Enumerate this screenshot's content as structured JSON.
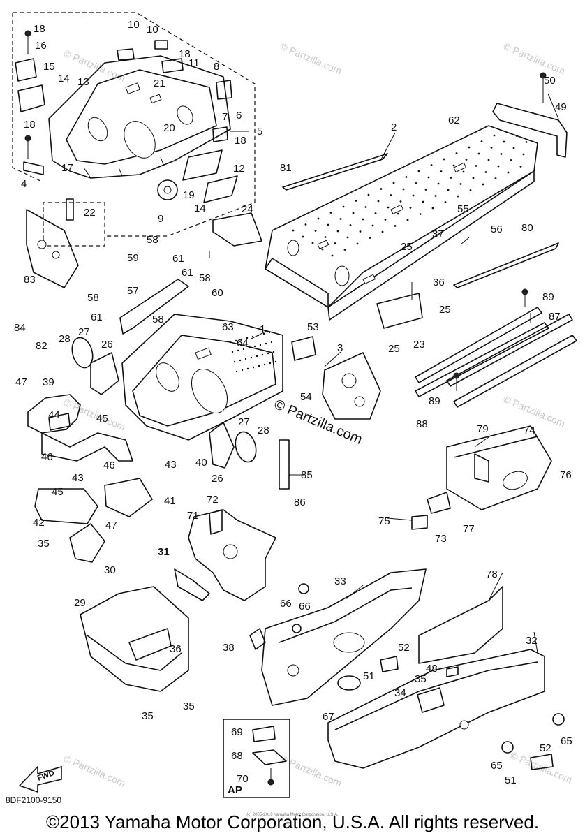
{
  "diagram": {
    "part_code": "8DF2100-9150",
    "copyright": "©2013 Yamaha Motor Corporation, U.S.A. All rights reserved.",
    "tiny_notice": "(c) 2005-2016 Yamaha Motor Corporation, U.S.A.",
    "watermark_main": "© Partzilla.com",
    "watermark_small": "© Partzilla.com",
    "fwd_label": "FWD",
    "ap_label": "AP"
  },
  "callouts": {
    "c1": "1",
    "c2": "2",
    "c3": "3",
    "c4": "4",
    "c5": "5",
    "c6": "6",
    "c7": "7",
    "c8": "8",
    "c9": "9",
    "c10a": "10",
    "c10b": "10",
    "c11": "11",
    "c12": "12",
    "c13": "13",
    "c14a": "14",
    "c14b": "14",
    "c15": "15",
    "c16": "16",
    "c17": "17",
    "c18a": "18",
    "c18b": "18",
    "c18c": "18",
    "c18d": "18",
    "c19": "19",
    "c20": "20",
    "c21": "21",
    "c22": "22",
    "c23": "23",
    "c24": "24",
    "c25a": "25",
    "c25b": "25",
    "c25c": "25",
    "c26a": "26",
    "c26b": "26",
    "c27a": "27",
    "c27b": "27",
    "c28a": "28",
    "c28b": "28",
    "c29": "29",
    "c30": "30",
    "c31": "31",
    "c32": "32",
    "c33": "33",
    "c34": "34",
    "c35a": "35",
    "c35b": "35",
    "c35c": "35",
    "c35d": "35",
    "c36a": "36",
    "c36b": "36",
    "c37": "37",
    "c38": "38",
    "c39": "39",
    "c40": "40",
    "c41": "41",
    "c42": "42",
    "c43a": "43",
    "c43b": "43",
    "c44": "44",
    "c45a": "45",
    "c45b": "45",
    "c46a": "46",
    "c46b": "46",
    "c47a": "47",
    "c47b": "47",
    "c48": "48",
    "c49": "49",
    "c50": "50",
    "c51a": "51",
    "c51b": "51",
    "c52a": "52",
    "c52b": "52",
    "c53": "53",
    "c54": "54",
    "c55": "55",
    "c56": "56",
    "c57": "57",
    "c58a": "58",
    "c58b": "58",
    "c58c": "58",
    "c58d": "58",
    "c59": "59",
    "c60": "60",
    "c61a": "61",
    "c61b": "61",
    "c61c": "61",
    "c62": "62",
    "c63": "63",
    "c64": "64",
    "c65a": "65",
    "c65b": "65",
    "c66a": "66",
    "c66b": "66",
    "c67": "67",
    "c68": "68",
    "c69": "69",
    "c70": "70",
    "c71": "71",
    "c72": "72",
    "c73": "73",
    "c74": "74",
    "c75": "75",
    "c76": "76",
    "c77": "77",
    "c78": "78",
    "c79": "79",
    "c80": "80",
    "c81": "81",
    "c82": "82",
    "c83": "83",
    "c84": "84",
    "c85": "85",
    "c86": "86",
    "c87": "87",
    "c88": "88",
    "c89a": "89",
    "c89b": "89"
  },
  "colors": {
    "ink": "#111111",
    "paper": "#ffffff",
    "watermark": "#c8c8c8"
  }
}
